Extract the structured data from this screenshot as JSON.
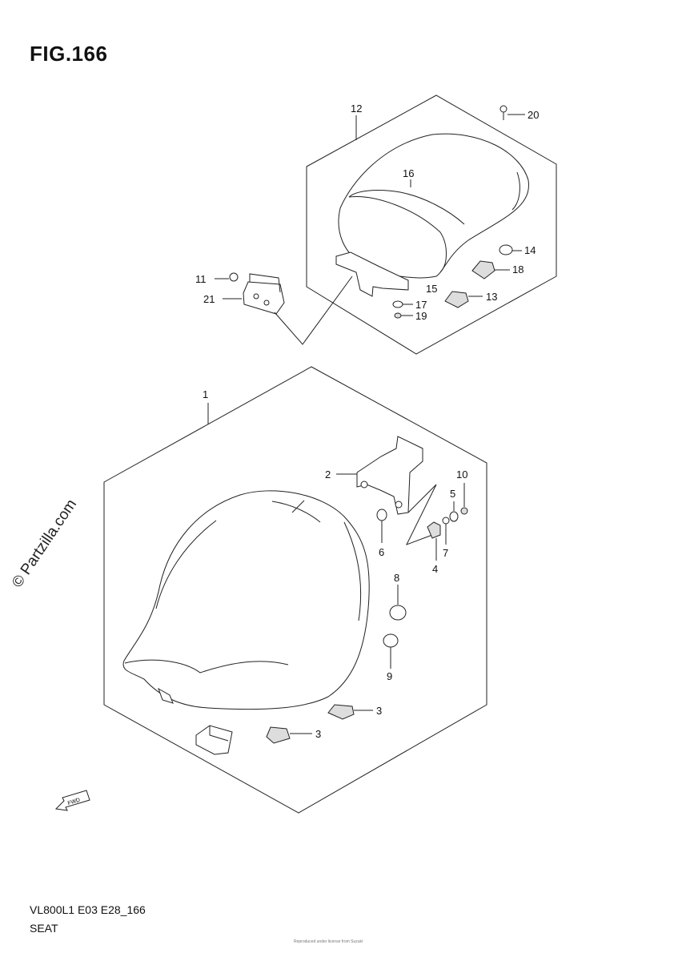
{
  "figure": {
    "title": "FIG.166"
  },
  "watermark": "© Partzilla.com",
  "footer": {
    "code": "VL800L1 E03 E28_166",
    "name": "SEAT",
    "copyright": "Reproduced under license from Suzuki"
  },
  "callouts": {
    "c1": "1",
    "c2": "2",
    "c3a": "3",
    "c3b": "3",
    "c4": "4",
    "c5": "5",
    "c6": "6",
    "c7": "7",
    "c8": "8",
    "c9": "9",
    "c10": "10",
    "c11": "11",
    "c12": "12",
    "c13": "13",
    "c14": "14",
    "c15": "15",
    "c16": "16",
    "c17": "17",
    "c18": "18",
    "c19": "19",
    "c20": "20",
    "c21": "21"
  },
  "fwd_label": "FWD"
}
